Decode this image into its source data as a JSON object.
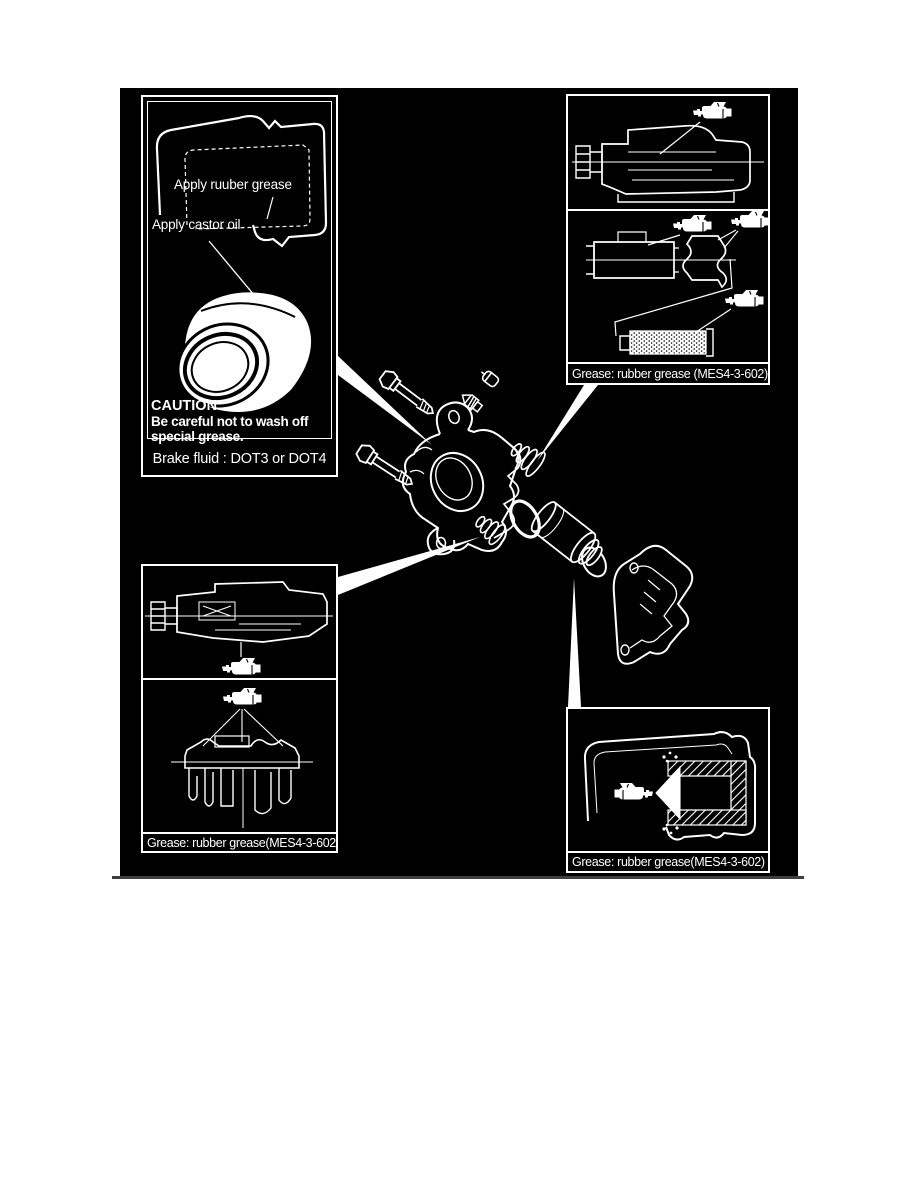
{
  "figure": {
    "background": "#000000",
    "ink": "#ffffff",
    "rule_color": "#3f3f3f",
    "description": "Brake caliper exploded view with grease application inset panels"
  },
  "panels": {
    "top_left": {
      "label_rubber_grease": "Apply ruuber grease",
      "label_castor_oil": "Apply castor oil",
      "caution_title": "CAUTION",
      "caution_line1": "Be careful not to wash off",
      "caution_line2": "special grease.",
      "brake_fluid_note": "Brake fluid : DOT3 or DOT4"
    },
    "top_right": {
      "caption": "Grease: rubber grease (MES4-3-602)"
    },
    "bottom_left": {
      "caption": "Grease: rubber grease(MES4-3-602)"
    },
    "bottom_right": {
      "caption": "Grease: rubber grease(MES4-3-602)"
    }
  },
  "icons": {
    "grease_gun": "grease-gun-icon"
  }
}
